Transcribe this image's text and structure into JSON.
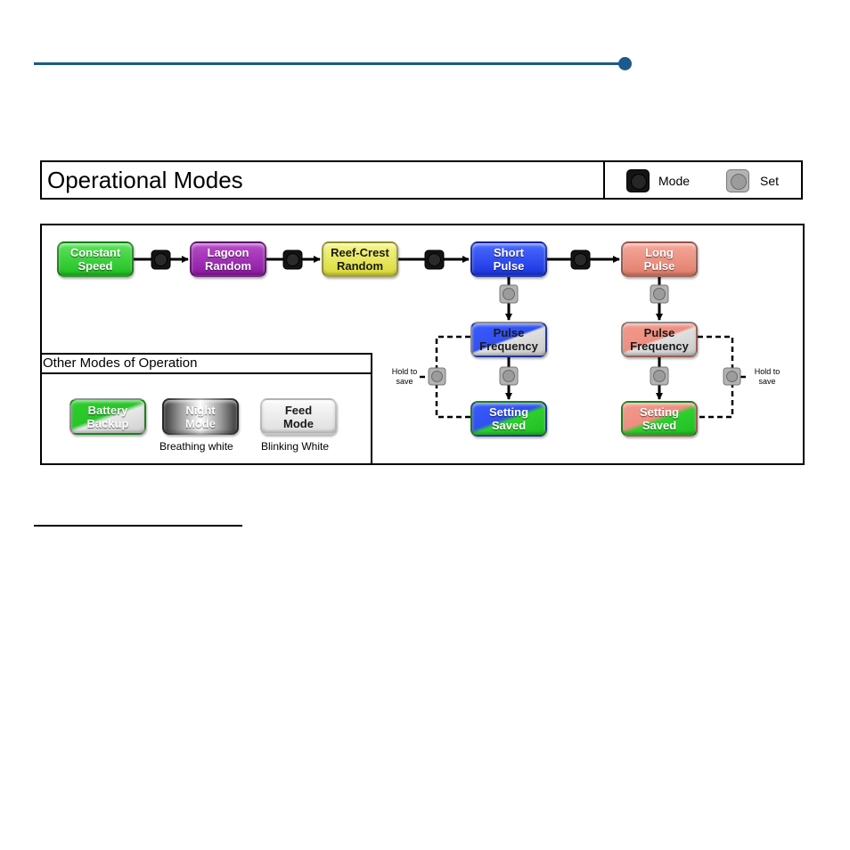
{
  "title": "Operational Modes",
  "legend": {
    "mode_label": "Mode",
    "set_label": "Set"
  },
  "modes": {
    "constant": "Constant\nSpeed",
    "lagoon": "Lagoon\nRandom",
    "reef": "Reef-Crest\nRandom",
    "short": "Short\nPulse",
    "long": "Long\nPulse",
    "pulse_freq_left": "Pulse\nFrequency",
    "pulse_freq_right": "Pulse\nFrequency",
    "saved_left": "Setting\nSaved",
    "saved_right": "Setting\nSaved"
  },
  "hold_to_save": "Hold to\nsave",
  "other_modes": {
    "title": "Other Modes of Operation",
    "battery": "Battery\nBackup",
    "night": "Night\nMode",
    "feed": "Feed\nMode",
    "night_caption": "Breathing white",
    "feed_caption": "Blinking White"
  },
  "colors": {
    "rule": "#1b5a8c",
    "mode_button": "#141414",
    "set_button": "#b3b3b3"
  }
}
